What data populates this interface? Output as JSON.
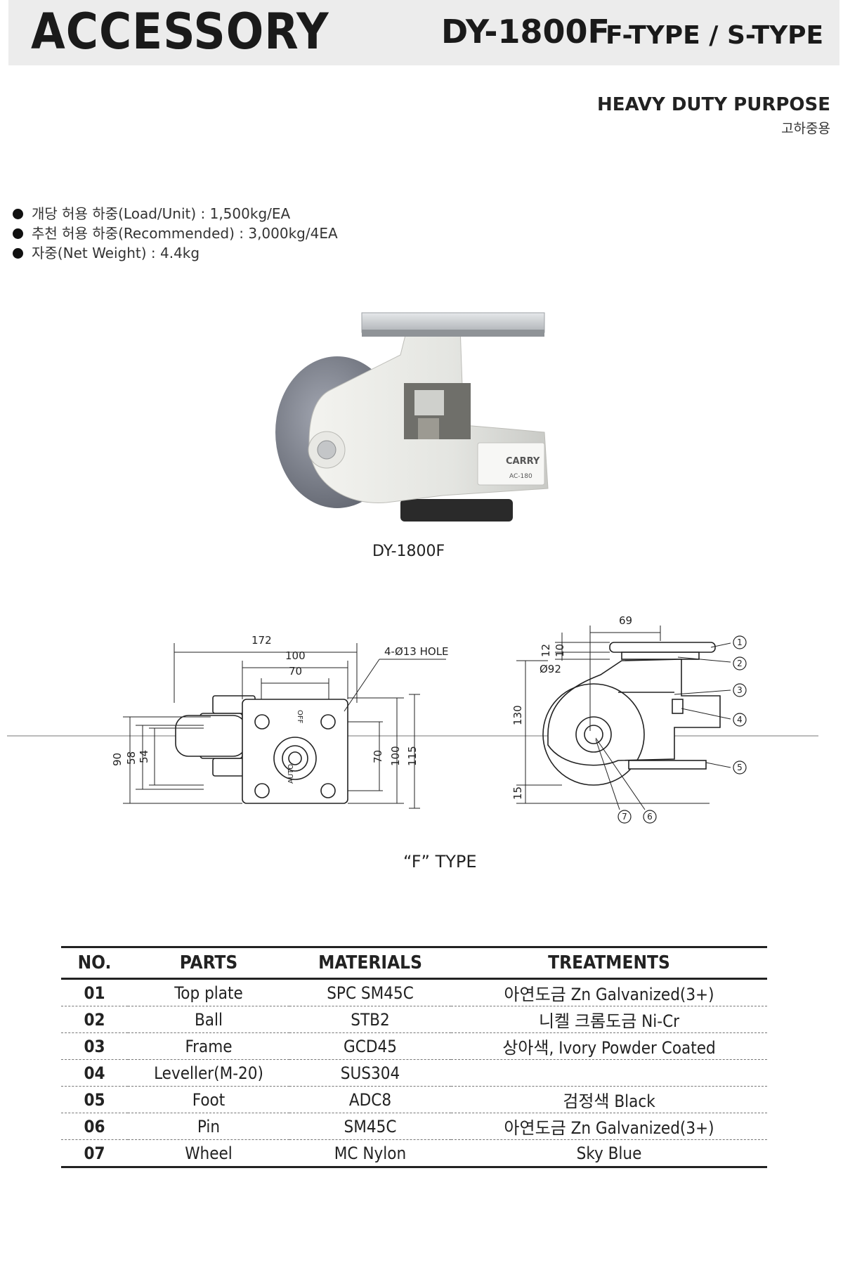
{
  "header": {
    "title": "ACCESSORY",
    "model": "DY-1800F",
    "type": "F-TYPE / S-TYPE"
  },
  "purpose": {
    "en": "HEAVY DUTY PURPOSE",
    "ko": "고하중용"
  },
  "specs": [
    "개당 허용 하중(Load/Unit) : 1,500kg/EA",
    "추천 허용 하중(Recommended) : 3,000kg/4EA",
    "자중(Net Weight) : 4.4kg"
  ],
  "photo": {
    "caption": "DY-1800F",
    "label_brand": "CARRY",
    "label_code": "AC-180"
  },
  "drawing": {
    "caption": "“F” TYPE",
    "front_dims": {
      "d172": "172",
      "d100": "100",
      "d70": "70",
      "hole": "4-Ø13 HOLE",
      "v90": "90",
      "v58": "58",
      "v54": "54",
      "v70": "70",
      "v100": "100",
      "v115": "115",
      "stamp_up": "OFF",
      "stamp_down": "AUTO"
    },
    "side_dims": {
      "d69": "69",
      "d12": "12",
      "d10": "10",
      "dia": "Ø92",
      "h130": "130",
      "h15": "15"
    },
    "callouts": [
      "1",
      "2",
      "3",
      "4",
      "5",
      "6",
      "7"
    ]
  },
  "table": {
    "headers": [
      "NO.",
      "PARTS",
      "MATERIALS",
      "TREATMENTS"
    ],
    "rows": [
      [
        "01",
        "Top plate",
        "SPC  SM45C",
        "아연도금 Zn Galvanized(3+)"
      ],
      [
        "02",
        "Ball",
        "STB2",
        "니켈 크롬도금 Ni-Cr"
      ],
      [
        "03",
        "Frame",
        "GCD45",
        "상아색, Ivory Powder Coated"
      ],
      [
        "04",
        "Leveller(M-20)",
        "SUS304",
        ""
      ],
      [
        "05",
        "Foot",
        "ADC8",
        "검정색 Black"
      ],
      [
        "06",
        "Pin",
        "SM45C",
        "아연도금 Zn Galvanized(3+)"
      ],
      [
        "07",
        "Wheel",
        "MC Nylon",
        "Sky Blue"
      ]
    ]
  }
}
